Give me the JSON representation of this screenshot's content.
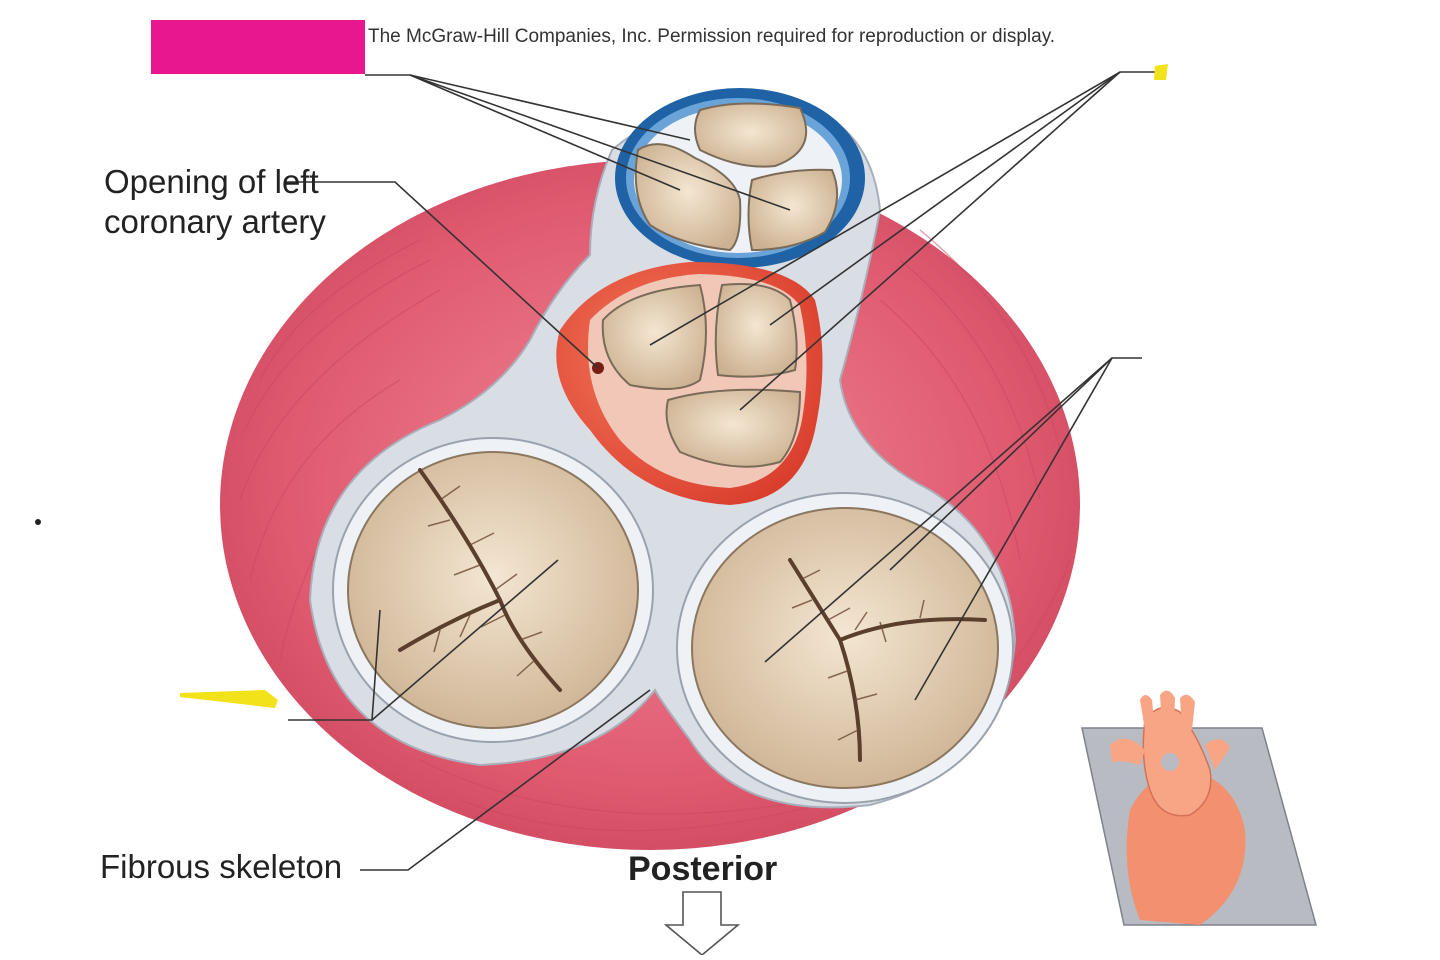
{
  "copyright": "The McGraw-Hill Companies, Inc. Permission required for reproduction or display.",
  "labels": {
    "opening_left_coronary": "Opening of left coronary artery",
    "fibrous_skeleton": "Fibrous skeleton",
    "posterior": "Posterior"
  },
  "colors": {
    "myocardium": "#e0566e",
    "fibrous_skeleton": "#d9dde4",
    "pulmonary_ring": "#1f63a6",
    "aortic_ring": "#e34c36",
    "cusp": "#e8d6c0",
    "redaction": "#e8168f",
    "highlight": "#f2e21a"
  }
}
